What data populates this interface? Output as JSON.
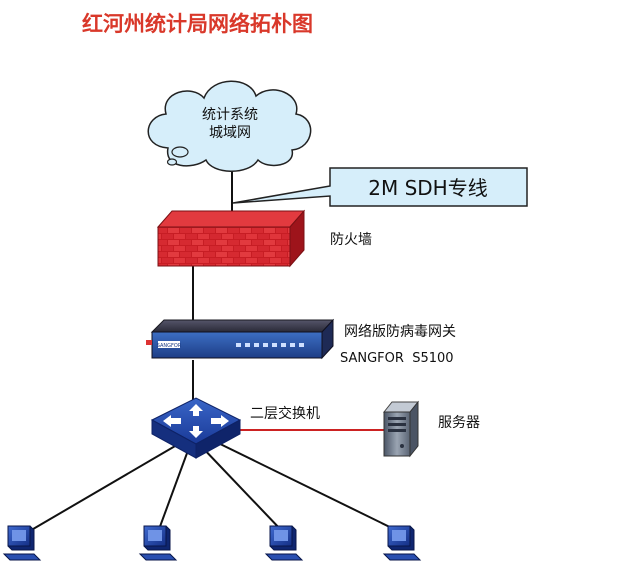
{
  "title": "红河州统计局网络拓朴图",
  "cloud": {
    "line1": "统计系统",
    "line2": "城域网"
  },
  "callout": {
    "text": "2M SDH专线"
  },
  "firewall": {
    "label": "防火墙"
  },
  "gateway": {
    "label1": "网络版防病毒网关",
    "label2": "SANGFOR  S5100",
    "brand": "SANGFOR"
  },
  "switch": {
    "label": "二层交换机"
  },
  "server": {
    "label": "服务器"
  },
  "colors": {
    "title": "#d9382a",
    "cloud_fill": "#d6eefa",
    "callout_fill": "#d6eefa",
    "firewall_red": "#d4202a",
    "switch_blue": "#1f3f9c",
    "server_link": "#cc2222",
    "gateway_body": "#2b2b3a"
  }
}
